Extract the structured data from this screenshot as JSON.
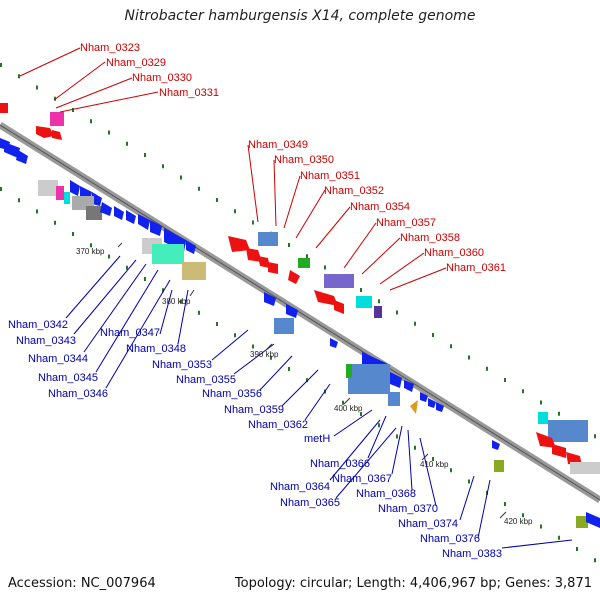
{
  "title": "Nitrobacter hamburgensis X14, complete genome",
  "accession": "Accession: NC_007964",
  "topology": "Topology: circular; Length: 4,406,967 bp; Genes: 3,871",
  "ticks": [
    "370 kbp",
    "380 kbp",
    "390 kbp",
    "400 kbp",
    "410 kbp",
    "420 kbp"
  ],
  "top_labels": [
    "Nham_0323",
    "Nham_0329",
    "Nham_0330",
    "Nham_0331",
    "Nham_0349",
    "Nham_0350",
    "Nham_0351",
    "Nham_0352",
    "Nham_0354",
    "Nham_0357",
    "Nham_0358",
    "Nham_0360",
    "Nham_0361"
  ],
  "bottom_labels": [
    "Nham_0342",
    "Nham_0343",
    "Nham_0344",
    "Nham_0345",
    "Nham_0346",
    "Nham_0347",
    "Nham_0348",
    "Nham_0353",
    "Nham_0355",
    "Nham_0356",
    "Nham_0359",
    "Nham_0362",
    "metH",
    "Nham_0366",
    "Nham_0364",
    "Nham_0367",
    "Nham_0365",
    "Nham_0368",
    "Nham_0370",
    "Nham_0374",
    "Nham_0376",
    "Nham_0383"
  ],
  "colors": {
    "top_strand": "#ee1111",
    "bottom_strand": "#1122ee",
    "label_top": "#cc0000",
    "label_bottom": "#0000aa",
    "backbone": "#888888",
    "gc_ticks": "#227722"
  }
}
